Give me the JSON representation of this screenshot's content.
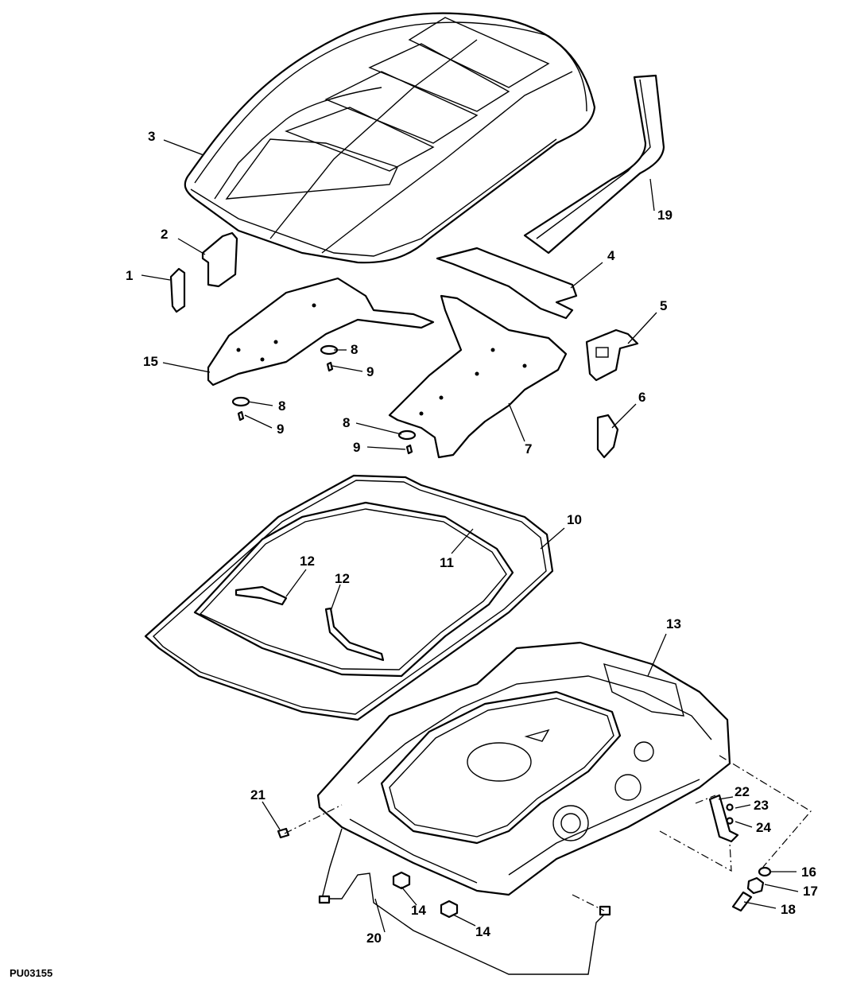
{
  "diagram_code": "PU03155",
  "callouts": {
    "c1": "1",
    "c2": "2",
    "c3": "3",
    "c4": "4",
    "c5": "5",
    "c6": "6",
    "c7": "7",
    "c8a": "8",
    "c8b": "8",
    "c8c": "8",
    "c9a": "9",
    "c9b": "9",
    "c9c": "9",
    "c10": "10",
    "c11": "11",
    "c12a": "12",
    "c12b": "12",
    "c13": "13",
    "c14a": "14",
    "c14b": "14",
    "c15": "15",
    "c16": "16",
    "c17": "17",
    "c18": "18",
    "c19": "19",
    "c20": "20",
    "c21": "21",
    "c22": "22",
    "c23": "23",
    "c24": "24"
  }
}
